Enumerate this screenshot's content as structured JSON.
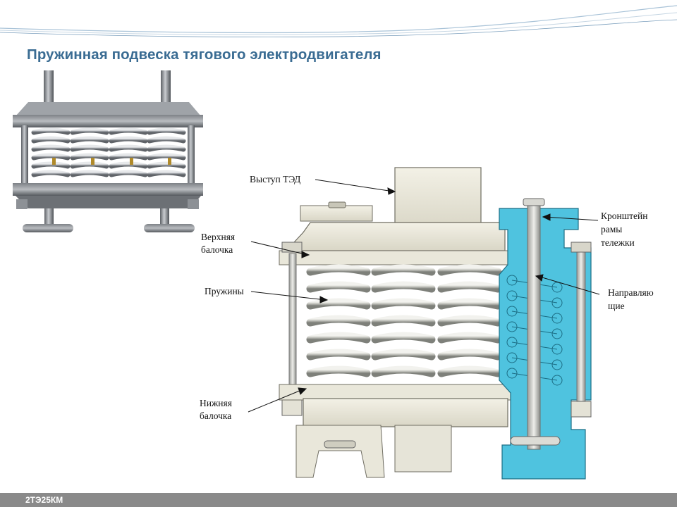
{
  "slide": {
    "title": "Пружинная подвеска тягового электродвигателя",
    "footer": "2ТЭ25КМ"
  },
  "labels": {
    "vystup": "Выступ ТЭД",
    "verkhnyaya_1": "Верхняя",
    "verkhnyaya_2": "балочка",
    "pruzhiny": "Пружины",
    "nizhnyaya_1": "Нижняя",
    "nizhnyaya_2": "балочка",
    "kronshtein_1": "Кронштейн",
    "kronshtein_2": "рамы",
    "kronshtein_3": "тележки",
    "napravlyayushchie_1": "Направляю",
    "napravlyayushchie_2": "щие"
  },
  "colors": {
    "title": "#3a6c93",
    "bracket_section": "#4fc3df",
    "footer_bar": "#8a8a8a"
  }
}
